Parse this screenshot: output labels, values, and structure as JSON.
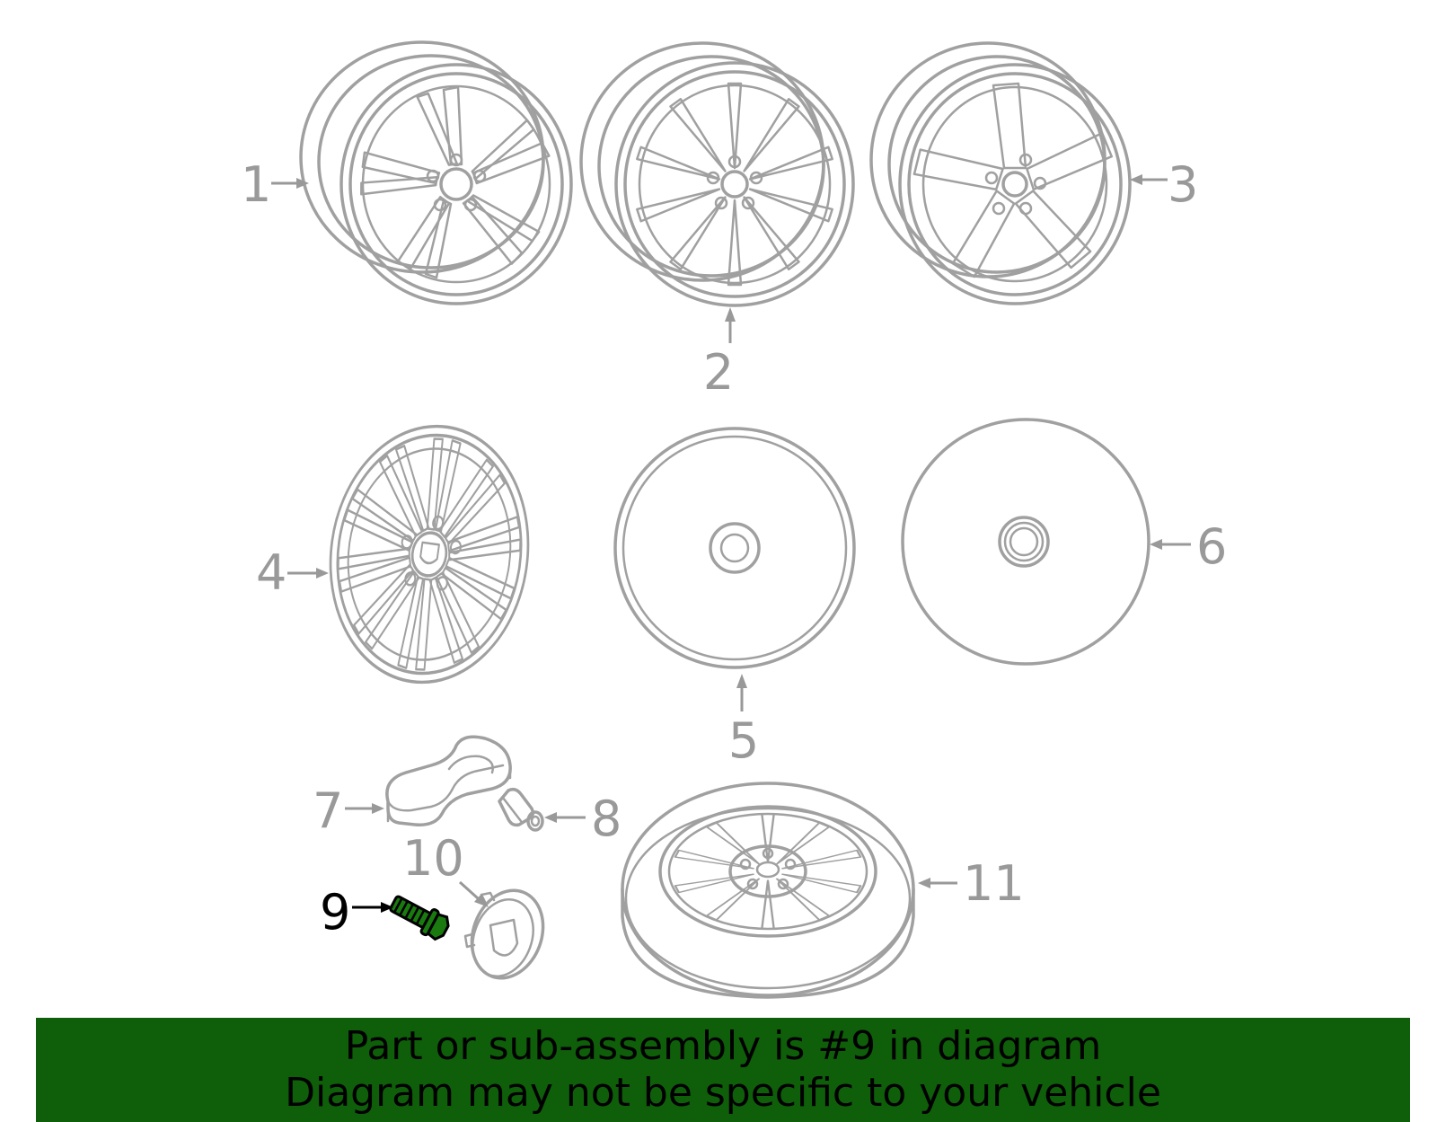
{
  "diagram": {
    "highlight_color": "#000000",
    "part_color": "#a0a0a0",
    "callouts": [
      "1",
      "2",
      "3",
      "4",
      "5",
      "6",
      "7",
      "8",
      "9",
      "10",
      "11"
    ],
    "active_callout": "9"
  },
  "banner": {
    "background_color": "#0f5e0a",
    "line1": "Part or sub-assembly is #9 in diagram",
    "line2": "Diagram may not be specific to your vehicle"
  }
}
